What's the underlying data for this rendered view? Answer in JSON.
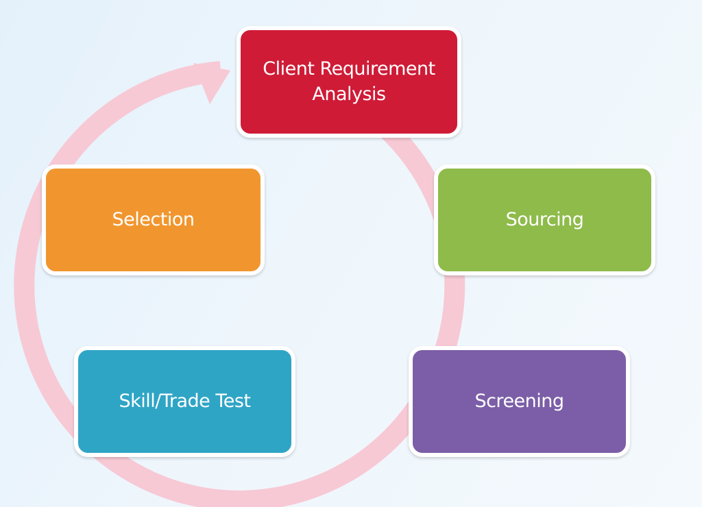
{
  "diagram": {
    "type": "cycle",
    "ring_color": "#f7c9d5",
    "steps": [
      {
        "id": "step-client",
        "label": "Client Requirement Analysis",
        "color": "#cf1b36"
      },
      {
        "id": "step-sourcing",
        "label": "Sourcing",
        "color": "#8ebb4a"
      },
      {
        "id": "step-screening",
        "label": "Screening",
        "color": "#7b5ea7"
      },
      {
        "id": "step-skill",
        "label": "Skill/Trade Test",
        "color": "#2fa5c6"
      },
      {
        "id": "step-selection",
        "label": "Selection",
        "color": "#f1962f"
      }
    ]
  }
}
